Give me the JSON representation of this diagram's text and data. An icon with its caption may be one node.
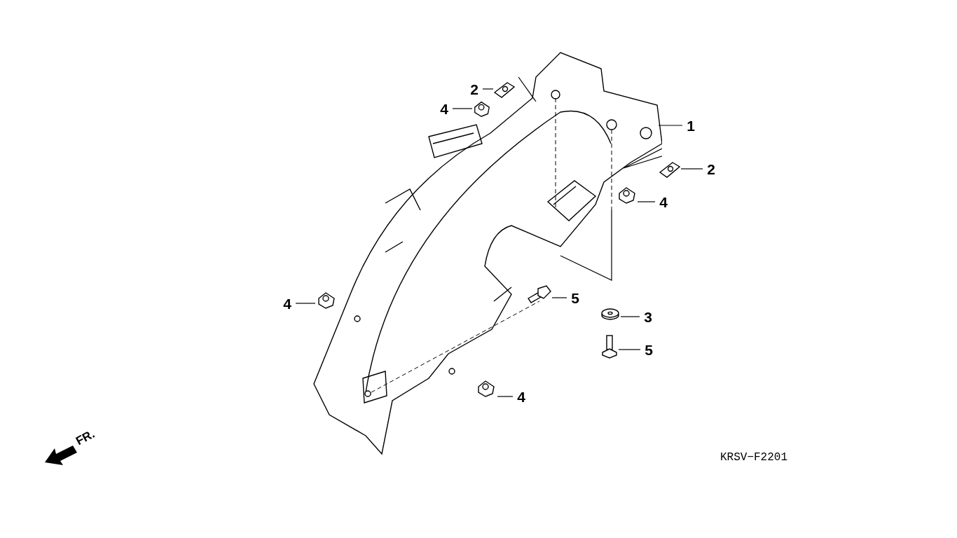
{
  "diagram": {
    "nodes": [
      {
        "text": [
          "1"
        ]
      },
      {
        "text": [],
        "shape": "picture"
      },
      {
        "text": [
          "2"
        ]
      },
      {
        "text": [],
        "shape": "picture"
      },
      {
        "text": [
          "4"
        ]
      },
      {
        "text": [],
        "shape": "picture"
      },
      {
        "text": [
          "2"
        ]
      },
      {
        "text": [],
        "shape": "picture"
      },
      {
        "text": [
          "4"
        ]
      },
      {
        "text": [],
        "shape": "picture"
      },
      {
        "text": [
          "4"
        ]
      },
      {
        "text": [],
        "shape": "picture"
      },
      {
        "text": [
          "5"
        ]
      },
      {
        "text": [],
        "shape": "picture"
      },
      {
        "text": [
          "3"
        ]
      },
      {
        "text": [],
        "shape": "picture"
      },
      {
        "text": [
          "5"
        ]
      },
      {
        "text": [],
        "shape": "picture"
      },
      {
        "text": [
          "4"
        ]
      },
      {
        "text": [],
        "shape": "picture"
      }
    ],
    "edges": [
      {
        "from": 0,
        "to": 1,
        "arrow": "none"
      },
      {
        "from": 2,
        "to": 3,
        "arrow": "none"
      },
      {
        "from": 4,
        "to": 5,
        "arrow": "none"
      },
      {
        "from": 6,
        "to": 7,
        "arrow": "none"
      },
      {
        "from": 8,
        "to": 9,
        "arrow": "none"
      },
      {
        "from": 10,
        "to": 11,
        "arrow": "none"
      },
      {
        "from": 12,
        "to": 13,
        "arrow": "none"
      },
      {
        "from": 14,
        "to": 15,
        "arrow": "none"
      },
      {
        "from": 16,
        "to": 17,
        "arrow": "none"
      },
      {
        "from": 18,
        "to": 19,
        "arrow": "none"
      }
    ],
    "labels": [
      "FR.",
      "KRSV−F2201"
    ]
  }
}
